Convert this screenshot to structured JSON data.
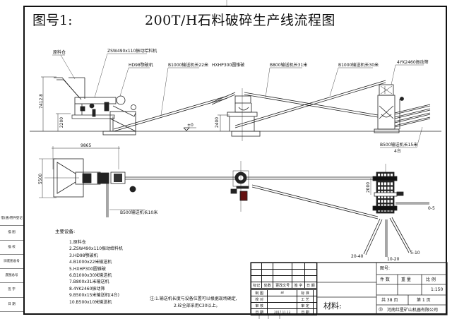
{
  "header": {
    "figure_no": "图号1:",
    "title": "200T/H石料破碎生产线流程图"
  },
  "elevation_labels": {
    "bin": "原料仓",
    "feeder": "ZSW490x110振动给料机",
    "jaw": "HD98颚破机",
    "conv1": "B1000输送机长22米",
    "cone": "HXHP300圆锥破",
    "conv2": "B800输送机长31米",
    "conv3": "B1000输送机长30米",
    "screen": "4YK2460振动筛",
    "conv4": "B500输送机长15米",
    "conv4_qty": "4台",
    "dim_height": "7412.8",
    "dim_base": "2200",
    "dim_cone": "2400",
    "ground": "±0"
  },
  "plan_labels": {
    "dim_length": "9865",
    "dim_width": "5500",
    "conv5": "B500输送机长10米",
    "dim_screen": "2000",
    "out1": "0-5",
    "out2": "5-10",
    "out3": "10-20",
    "out4": "20-40"
  },
  "equipment": {
    "title": "主要设备:",
    "items": [
      "1.原料仓",
      "2.ZSW490x110振动给料机",
      "3.HD98颚破机",
      "4.B1000x22米输送机",
      "5.HXHP300圆锥破",
      "6.B1000x30米输送机",
      "7.B800x31米输送机",
      "8.4YK2460振动筛",
      "9.B500x15米输送机(4台)",
      "10.B500x10米输送机"
    ]
  },
  "notes": [
    "注:1.输送机长度与设备位置可以根据现场确定,",
    "2.砼全部采用C30以上。"
  ],
  "sidebar": [
    "借(通)用件登记",
    "描 图",
    "描 校",
    "旧底图总号",
    "底图总号",
    "签 字",
    "日 期"
  ],
  "title_block": {
    "rev_headers": [
      "标记",
      "处数",
      "更改文号",
      "签 字",
      "日 期"
    ],
    "roles": [
      [
        "制 图",
        "ai",
        "标 准"
      ],
      [
        "校 对",
        "",
        "工 艺"
      ],
      [
        "审 核",
        "",
        "审 定"
      ],
      [
        "日 期",
        "2017.11.13",
        "日 期"
      ]
    ],
    "material": "材料:",
    "drawing_no": "图号:",
    "qty": "件 数",
    "weight": "重 量",
    "scale_label": "比 例",
    "scale": "1:150",
    "total": "共 38 页",
    "page": "第 1 页",
    "company": "河南红星矿山机器有限公司"
  }
}
